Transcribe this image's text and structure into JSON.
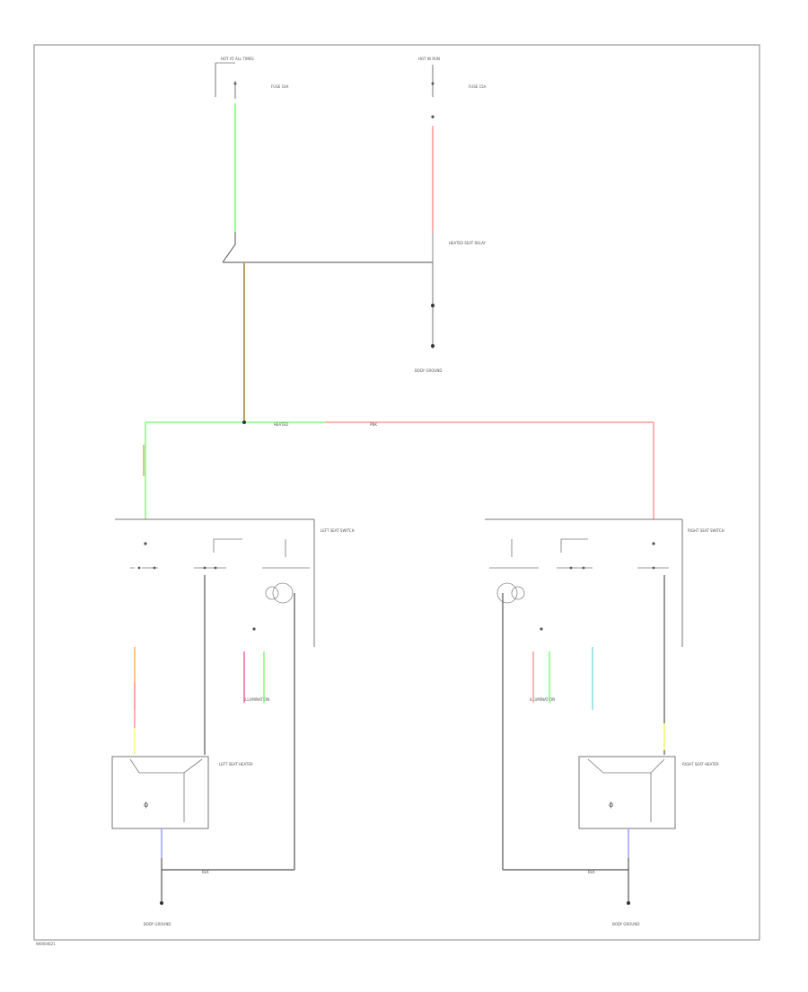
{
  "diagram": {
    "footer_code": "W0004621",
    "wire_colors": {
      "green": "#7cff7c",
      "pink": "#ff9a9a",
      "tan": "#b8a060",
      "yellow": "#ffff70",
      "orange": "#ffb060",
      "blue": "#9aa0ff",
      "cyan": "#80e0e0",
      "magenta": "#ff60a0",
      "black": "#333333",
      "gray": "#777777"
    },
    "tiny_labels": {
      "top_left_fuse": "HOT AT ALL TIMES",
      "top_left_desc": "FUSE 10A",
      "top_right_fuse": "HOT IN RUN",
      "top_right_desc": "FUSE 15A",
      "center_switch": "HEATED SEAT RELAY",
      "ground_center": "BODY GROUND",
      "junction_mid": "HEATED",
      "junction_red": "PNK",
      "left_switch": "LEFT SEAT SWITCH",
      "right_switch": "RIGHT SEAT SWITCH",
      "left_module": "LEFT SEAT HEATER",
      "right_module": "RIGHT SEAT HEATER",
      "left_lamp": "ILLUMINATION",
      "right_lamp": "ILLUMINATION",
      "left_ground": "BODY GROUND",
      "right_ground": "BODY GROUND",
      "left_bus": "BLK",
      "right_bus": "BLK"
    }
  }
}
